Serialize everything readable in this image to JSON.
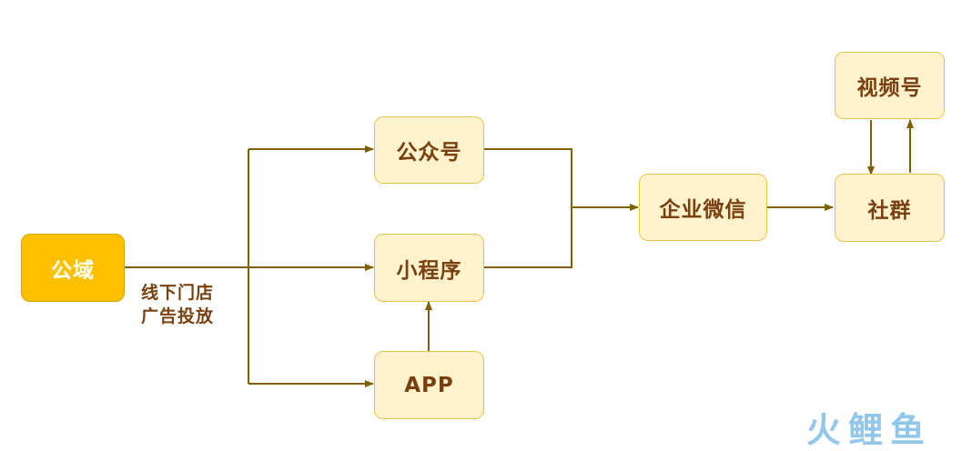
{
  "nodes": {
    "public_domain": "公域",
    "official_account": "公众号",
    "mini_program": "小程序",
    "app": "APP",
    "wecom": "企业微信",
    "community": "社群",
    "channels": "视频号"
  },
  "edge_labels": {
    "offline_line1": "线下门店",
    "offline_line2": "广告投放"
  },
  "watermark": {
    "text": "火鲤鱼"
  },
  "colors": {
    "node_fill": "#fff2cc",
    "node_border": "#e6c34a",
    "primary_fill": "#ffc000",
    "text": "#7a3f0f",
    "connector": "#7f6000",
    "watermark_red": "#e8423b",
    "watermark_blue": "#3a9bd9",
    "watermark_orange": "#f29a1c"
  }
}
